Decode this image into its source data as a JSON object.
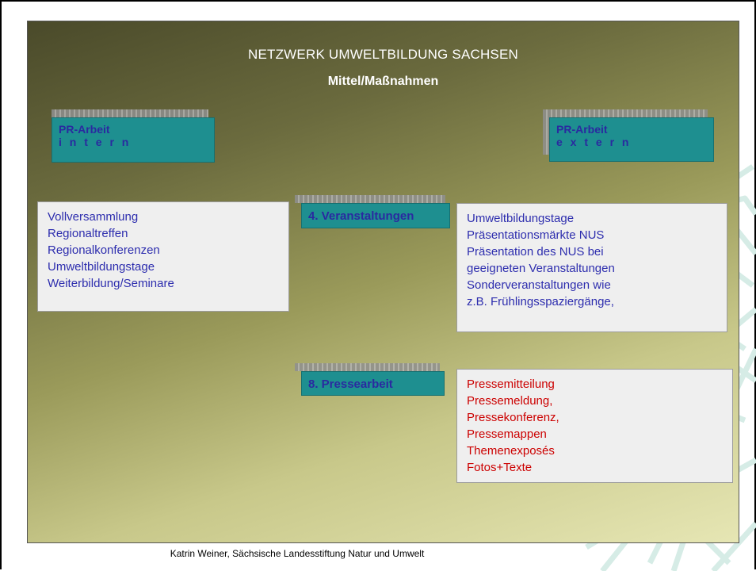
{
  "slide": {
    "title": "NETZWERK UMWELTBILDUNG SACHSEN",
    "subtitle": "Mittel/Maßnahmen"
  },
  "pr_intern": {
    "line1": "PR-Arbeit",
    "line2": "i n t e r n"
  },
  "pr_extern": {
    "line1": "PR-Arbeit",
    "line2": "e x t e r n"
  },
  "intern_list": [
    "Vollversammlung",
    "Regionaltreffen",
    "Regionalkonferenzen",
    "Umweltbildungstage",
    "Weiterbildung/Seminare"
  ],
  "veranstaltungen": {
    "label": "4. Veranstaltungen",
    "items": [
      "Umweltbildungstage",
      "Präsentationsmärkte NUS",
      "Präsentation des NUS bei",
      "geeigneten Veranstaltungen",
      "Sonderveranstaltungen wie",
      "z.B. Frühlingsspaziergänge,"
    ]
  },
  "pressearbeit": {
    "label": "8. Pressearbeit",
    "items": [
      "Pressemitteilung",
      "Pressemeldung,",
      "Pressekonferenz,",
      "Pressemappen",
      "Themenexposés",
      "Fotos+Texte"
    ]
  },
  "footer": "Katrin Weiner, Sächsische Landesstiftung Natur und Umwelt",
  "colors": {
    "teal": "#1e8f90",
    "blue_text": "#2d2dae",
    "red_text": "#cc0000"
  }
}
